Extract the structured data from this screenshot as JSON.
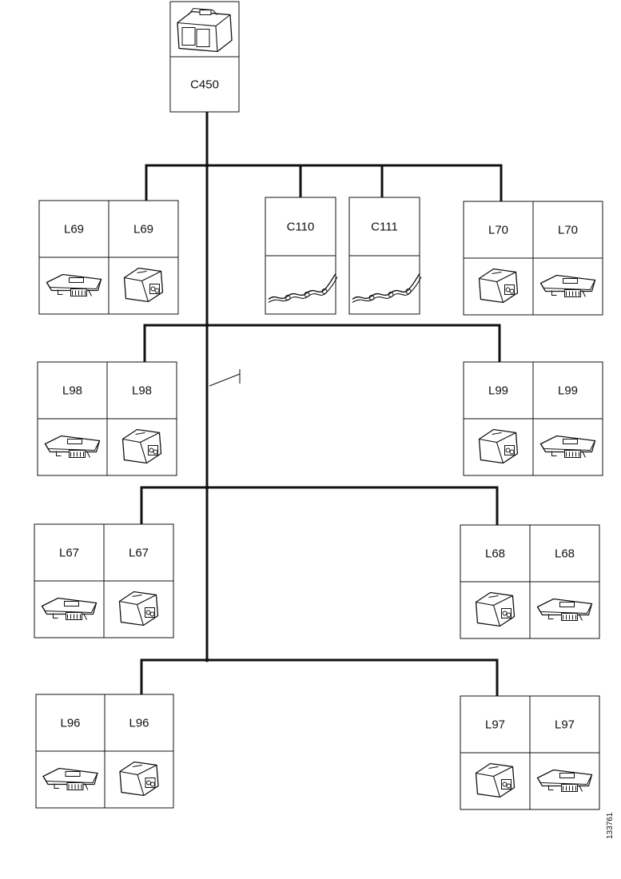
{
  "root": {
    "label": "C450",
    "icon": "harness-connector-block-icon"
  },
  "groups": [
    {
      "id": "L69",
      "labels": [
        "L69",
        "L69"
      ],
      "icons": [
        "flat-connector-icon",
        "box-connector-icon"
      ]
    },
    {
      "id": "C110",
      "labels": [
        "C110"
      ],
      "icons": [
        "twisted-cable-icon"
      ]
    },
    {
      "id": "C111",
      "labels": [
        "C111"
      ],
      "icons": [
        "twisted-cable-icon"
      ]
    },
    {
      "id": "L70",
      "labels": [
        "L70",
        "L70"
      ],
      "icons": [
        "box-connector-icon",
        "flat-connector-icon"
      ]
    },
    {
      "id": "L98",
      "labels": [
        "L98",
        "L98"
      ],
      "icons": [
        "flat-connector-icon",
        "box-connector-icon"
      ]
    },
    {
      "id": "L99",
      "labels": [
        "L99",
        "L99"
      ],
      "icons": [
        "box-connector-icon",
        "flat-connector-icon"
      ]
    },
    {
      "id": "L67",
      "labels": [
        "L67",
        "L67"
      ],
      "icons": [
        "flat-connector-icon",
        "box-connector-icon"
      ]
    },
    {
      "id": "L68",
      "labels": [
        "L68",
        "L68"
      ],
      "icons": [
        "box-connector-icon",
        "flat-connector-icon"
      ]
    },
    {
      "id": "L96",
      "labels": [
        "L96",
        "L96"
      ],
      "icons": [
        "flat-connector-icon",
        "box-connector-icon"
      ]
    },
    {
      "id": "L97",
      "labels": [
        "L97",
        "L97"
      ],
      "icons": [
        "box-connector-icon",
        "flat-connector-icon"
      ]
    }
  ],
  "figure_id": "133761"
}
